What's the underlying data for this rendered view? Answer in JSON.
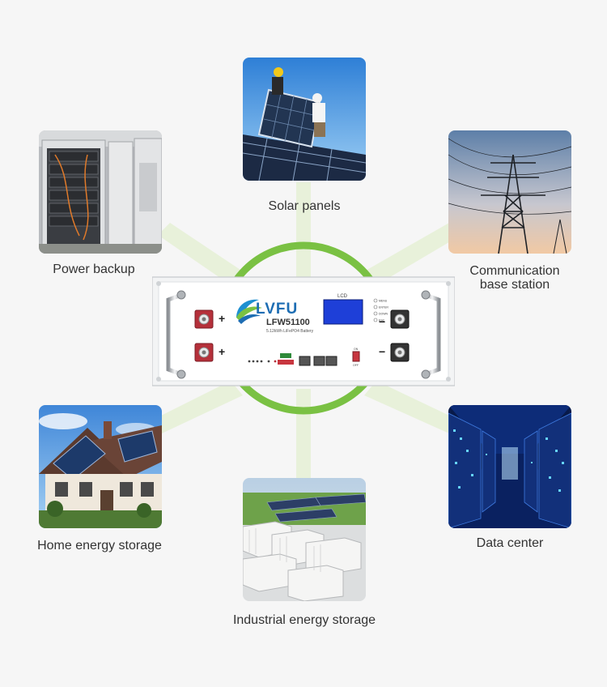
{
  "applications": {
    "solar": "Solar panels",
    "power_backup": "Power backup",
    "comm_line1": "Communication",
    "comm_line2": "base station",
    "home": "Home energy storage",
    "data_center": "Data center",
    "industrial": "Industrial energy storage"
  },
  "product": {
    "brand": "LVFU",
    "model": "LFW51100",
    "spec": "5.12kWh LiFePO4 Battery",
    "lcd_label": "LCD",
    "buttons": [
      "MENU",
      "ENTER",
      "DOWN",
      "ESC"
    ],
    "switch_on": "ON",
    "switch_off": "OFF",
    "plus": "+",
    "minus": "−"
  },
  "colors": {
    "ring": "#7ac143",
    "connector": "#e8f1da",
    "lcd": "#1e3fd8",
    "positive_terminal": "#b5303a",
    "negative_terminal": "#333333"
  }
}
